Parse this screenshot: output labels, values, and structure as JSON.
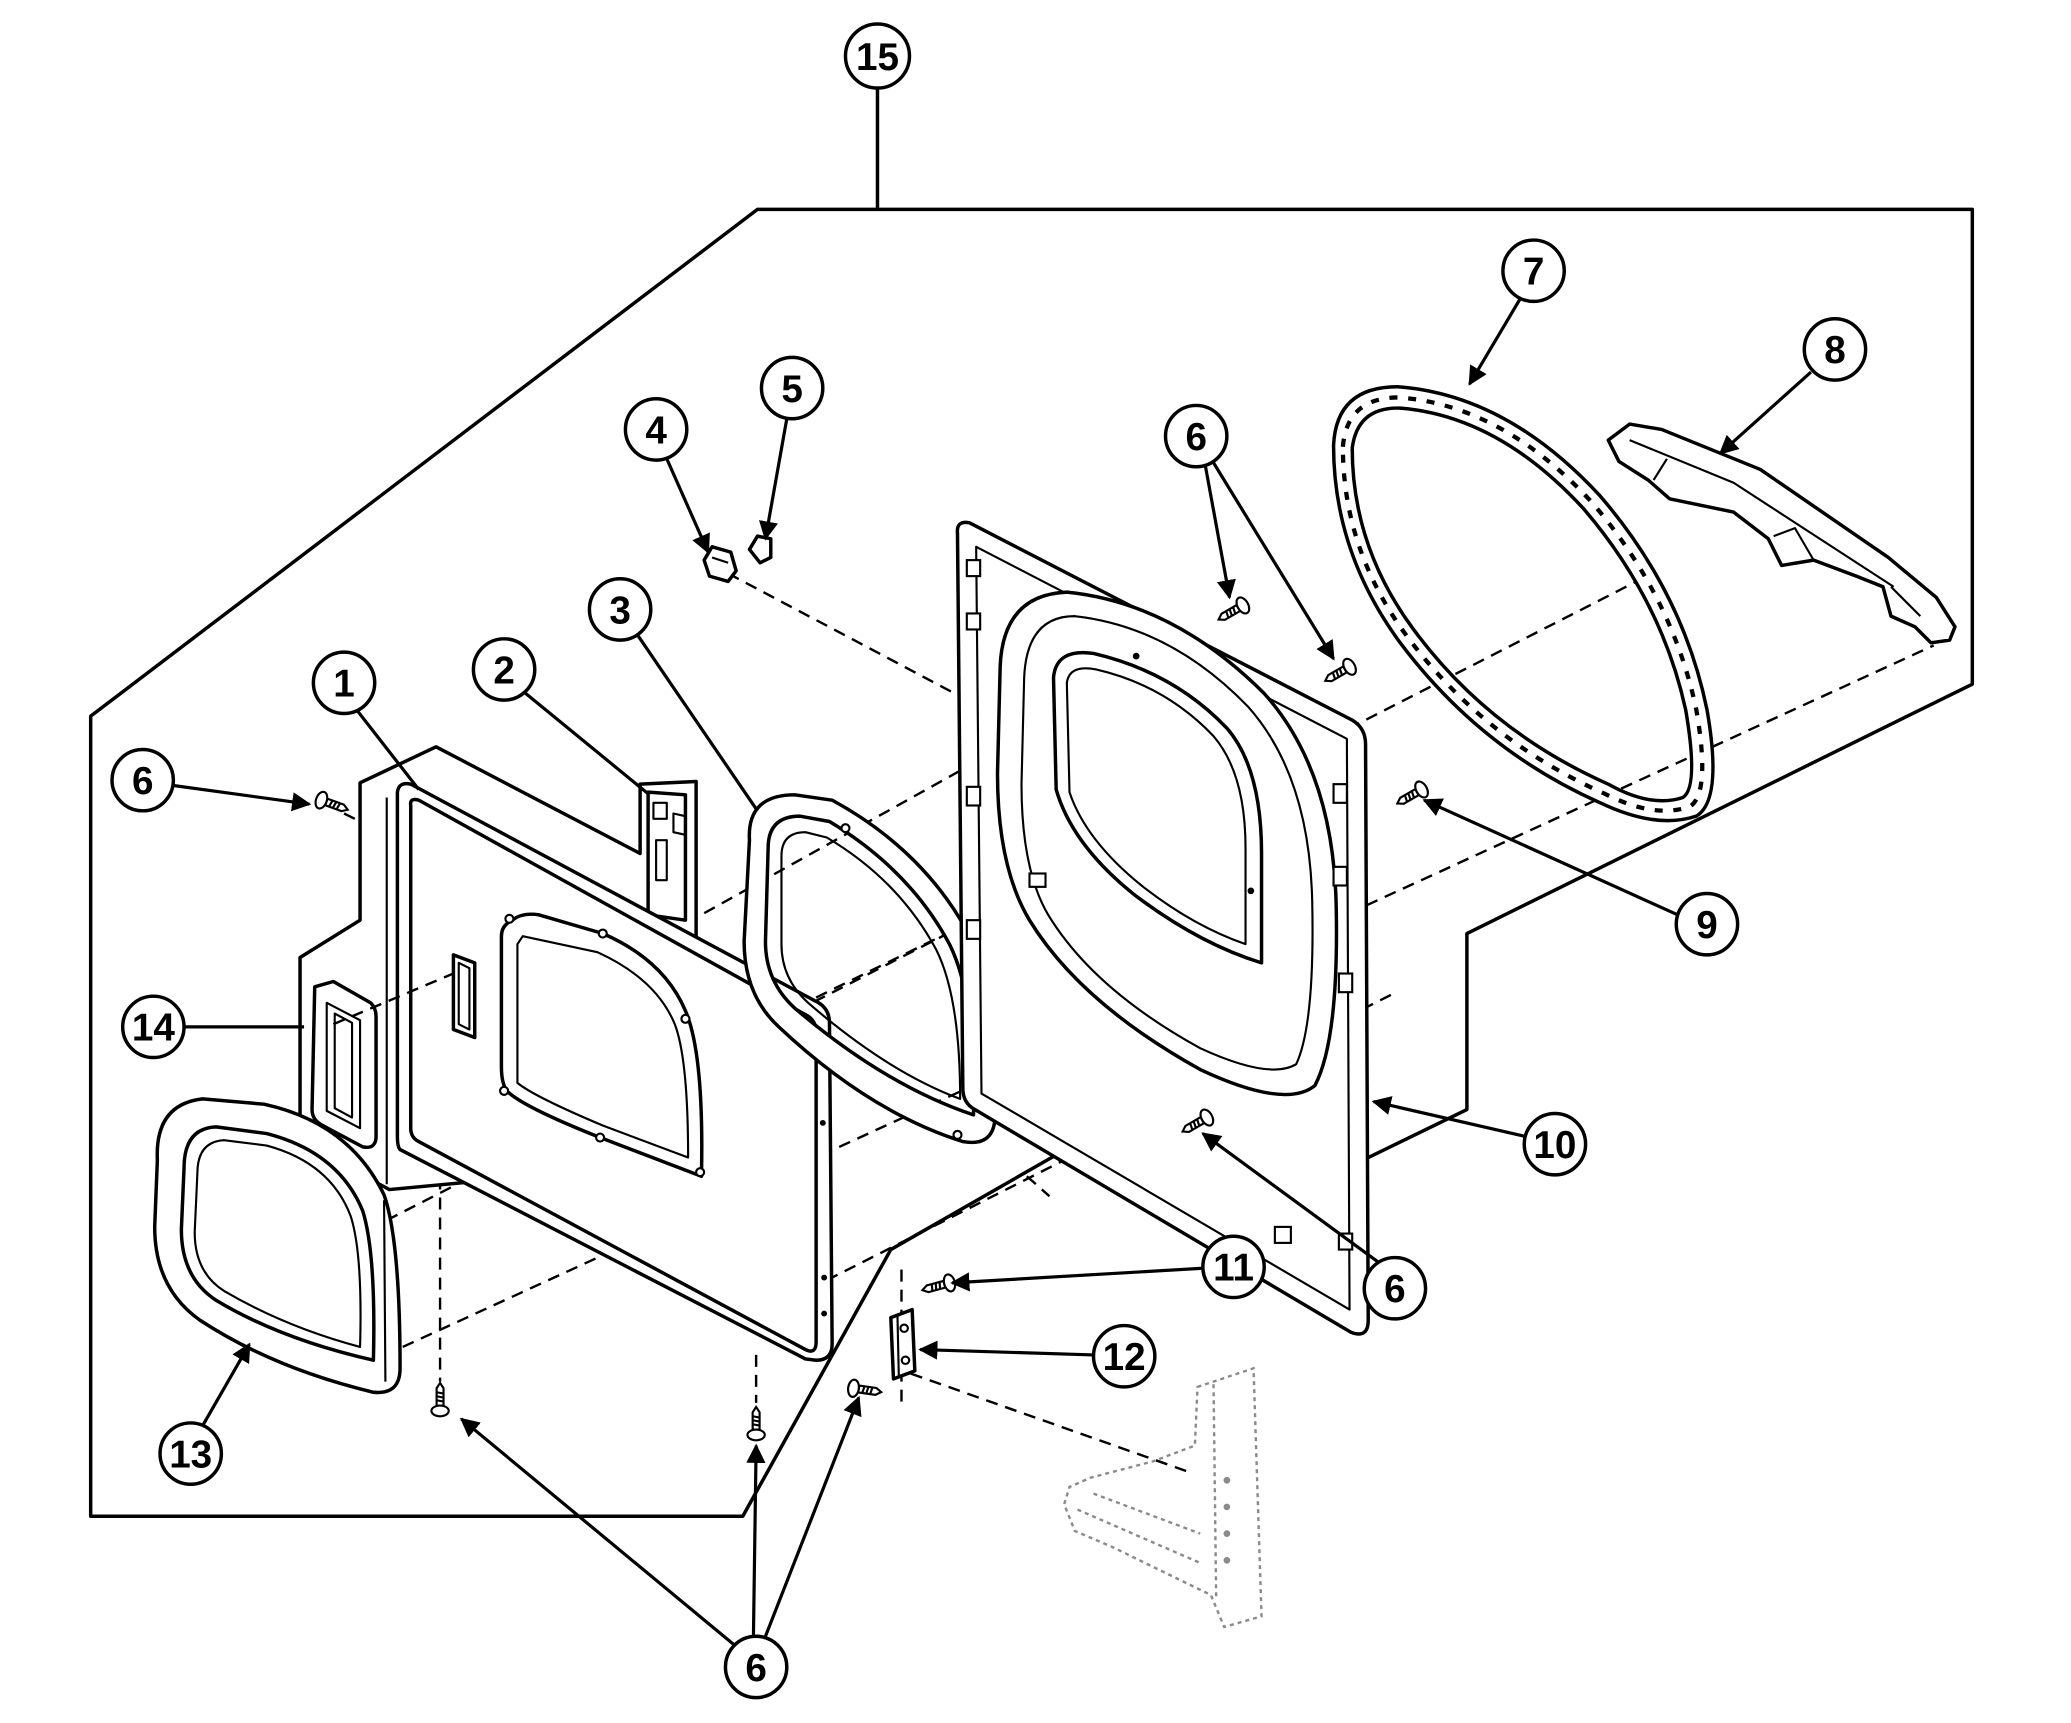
{
  "diagram": {
    "callouts": [
      "15",
      "7",
      "8",
      "5",
      "4",
      "6",
      "3",
      "2",
      "1",
      "6",
      "14",
      "9",
      "10",
      "13",
      "11",
      "12",
      "6",
      "6"
    ]
  },
  "colors": {
    "line": "#000000",
    "background": "#ffffff",
    "hidden_part": "#8a8a8a"
  }
}
